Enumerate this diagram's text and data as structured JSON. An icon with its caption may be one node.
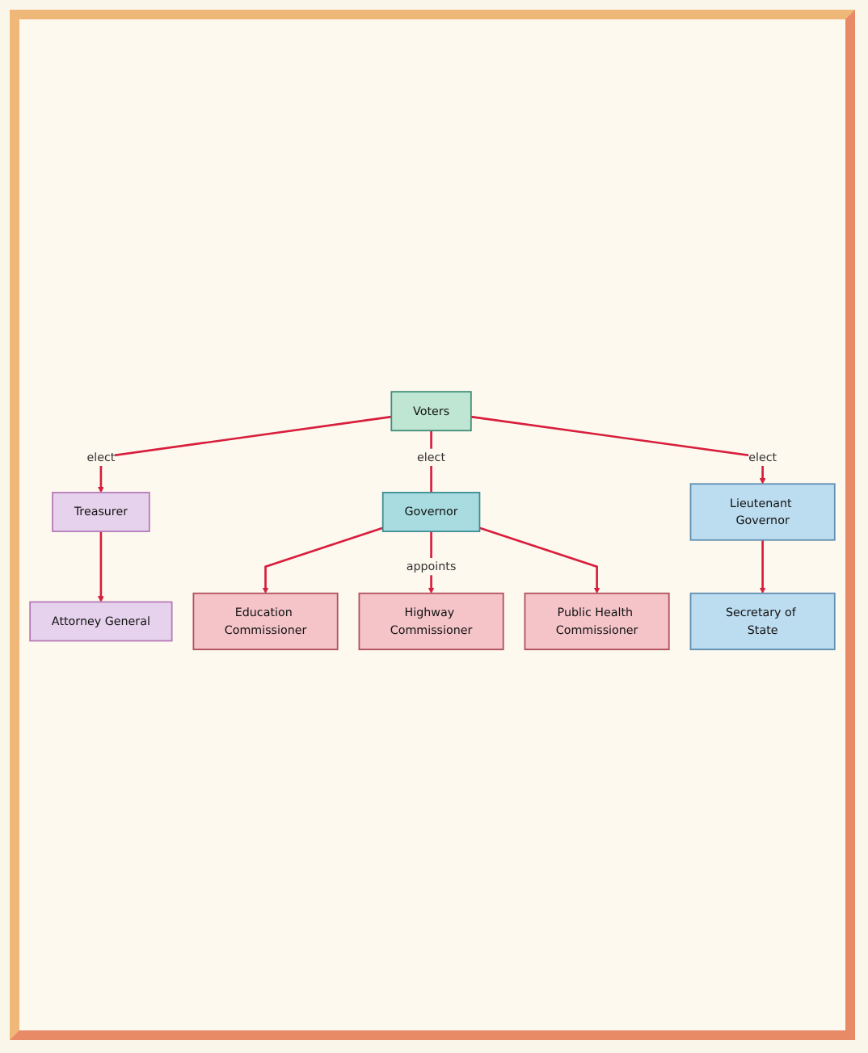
{
  "diagram": {
    "nodes": [
      {
        "text": [
          "Voters"
        ]
      },
      {
        "text": [
          "Governor"
        ]
      },
      {
        "text": [
          "Treasurer"
        ]
      },
      {
        "text": [
          "Lieutenant Governor"
        ]
      },
      {
        "text": [
          "Attorney General"
        ]
      },
      {
        "text": [
          "Secretary of State"
        ]
      },
      {
        "text": [
          "Education Commissioner"
        ]
      },
      {
        "text": [
          "Highway Commissioner"
        ]
      },
      {
        "text": [
          "Public Health Commissioner"
        ]
      }
    ],
    "edges": [
      {
        "from": 0,
        "to": 2,
        "label": "elect",
        "arrow": "to"
      },
      {
        "from": 0,
        "to": 1,
        "label": "elect",
        "arrow": "none"
      },
      {
        "from": 0,
        "to": 3,
        "label": "elect",
        "arrow": "to"
      },
      {
        "from": 2,
        "to": 4,
        "arrow": "to"
      },
      {
        "from": 3,
        "to": 5,
        "arrow": "to"
      },
      {
        "from": 1,
        "to": 6,
        "arrow": "to"
      },
      {
        "from": 1,
        "to": 7,
        "label": "appoints",
        "arrow": "to"
      },
      {
        "from": 1,
        "to": 8,
        "arrow": "to"
      }
    ]
  }
}
